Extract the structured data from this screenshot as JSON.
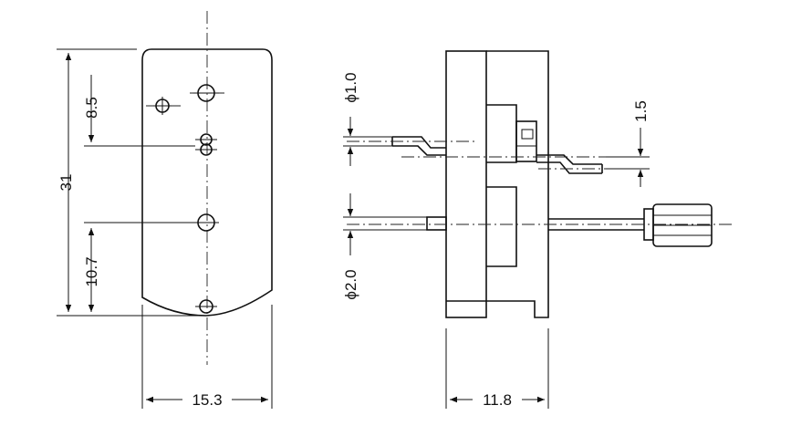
{
  "drawing": {
    "dimensions": {
      "overall_height": "31",
      "top_to_hole": "8.5",
      "bottom_to_hole": "10.7",
      "front_width": "15.3",
      "side_width": "11.8",
      "pin_diameter": "ϕ1.0",
      "pin_offset": "1.5",
      "shaft_diameter": "ϕ2.0"
    }
  }
}
